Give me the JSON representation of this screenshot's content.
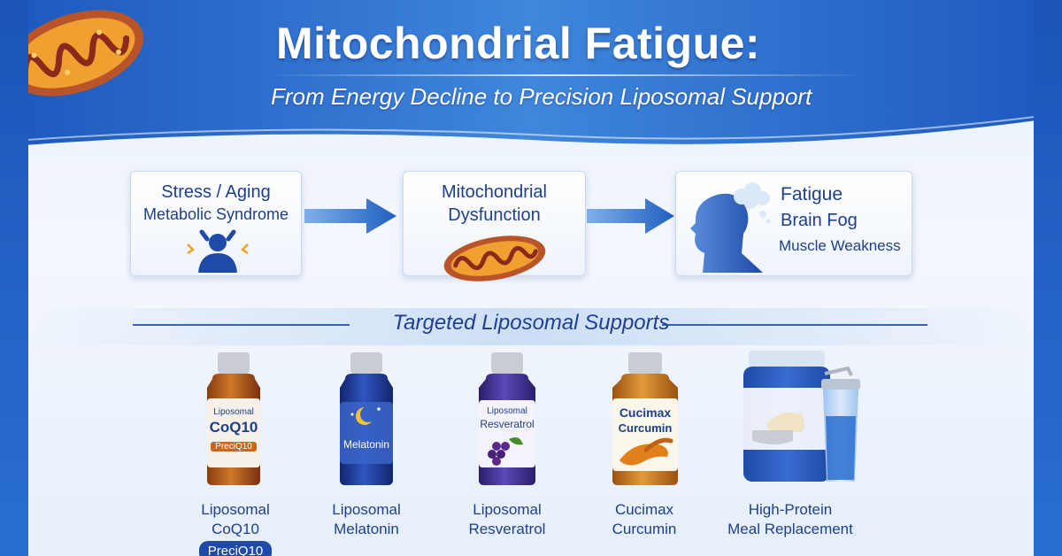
{
  "header": {
    "title": "Mitochondrial Fatigue:",
    "subtitle": "From Energy Decline to Precision Liposomal Support"
  },
  "flow": {
    "causes": {
      "line1": "Stress / Aging",
      "line2": "Metabolic Syndrome",
      "icon": "stressed-person-icon"
    },
    "dysfunction": {
      "line1": "Mitochondrial",
      "line2": "Dysfunction",
      "icon": "mitochondrion-icon"
    },
    "symptoms": {
      "line1": "Fatigue",
      "line2": "Brain Fog",
      "line3": "Muscle Weakness",
      "icon": "brain-fog-head-icon"
    }
  },
  "section": {
    "title": "Targeted Liposomal Supports"
  },
  "products": [
    {
      "label_line1": "Liposomal",
      "label_line2": "CoQ10",
      "label_badge": "PreciQ10",
      "caption_line1": "Liposomal CoQ10",
      "caption_badge": "PreciQ10"
    },
    {
      "label_line1": "Melatonin",
      "caption_line1": "Liposomal",
      "caption_line2": "Melatonin"
    },
    {
      "label_line1": "Liposomal",
      "label_line2": "Resveratrol",
      "caption_line1": "Liposomal",
      "caption_line2": "Resveratrol"
    },
    {
      "label_line1": "Cucimax",
      "label_line2": "Curcumin",
      "caption_line1": "Cucimax",
      "caption_line2": "Curcumin"
    },
    {
      "caption_line1": "High-Protein",
      "caption_line2": "Meal Replacement"
    }
  ],
  "colors": {
    "header_blue": "#1f5fc0",
    "text_navy": "#1e3f8a",
    "arrow_blue": "#2a6fd0",
    "coq10_amber": "#c0621a",
    "melatonin_blue": "#1e3a9a",
    "resveratrol_purple": "#4a3a9a",
    "curcumin_orange": "#d07a1a"
  }
}
